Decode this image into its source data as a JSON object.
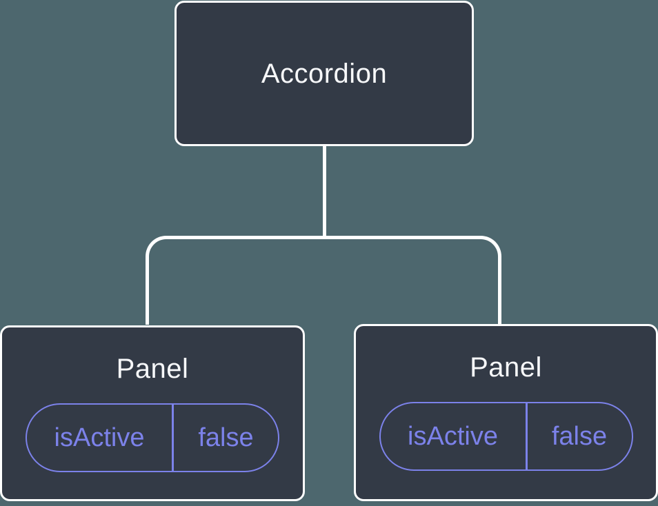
{
  "diagram": {
    "root": {
      "label": "Accordion"
    },
    "children": [
      {
        "label": "Panel",
        "state": {
          "key": "isActive",
          "value": "false"
        }
      },
      {
        "label": "Panel",
        "state": {
          "key": "isActive",
          "value": "false"
        }
      }
    ],
    "colors": {
      "canvas_bg": "#4d676e",
      "node_bg": "#333a46",
      "node_border": "#ffffff",
      "node_text": "#f7f8fa",
      "connector": "#ffffff",
      "accent_purple": "#7c82ea"
    }
  }
}
